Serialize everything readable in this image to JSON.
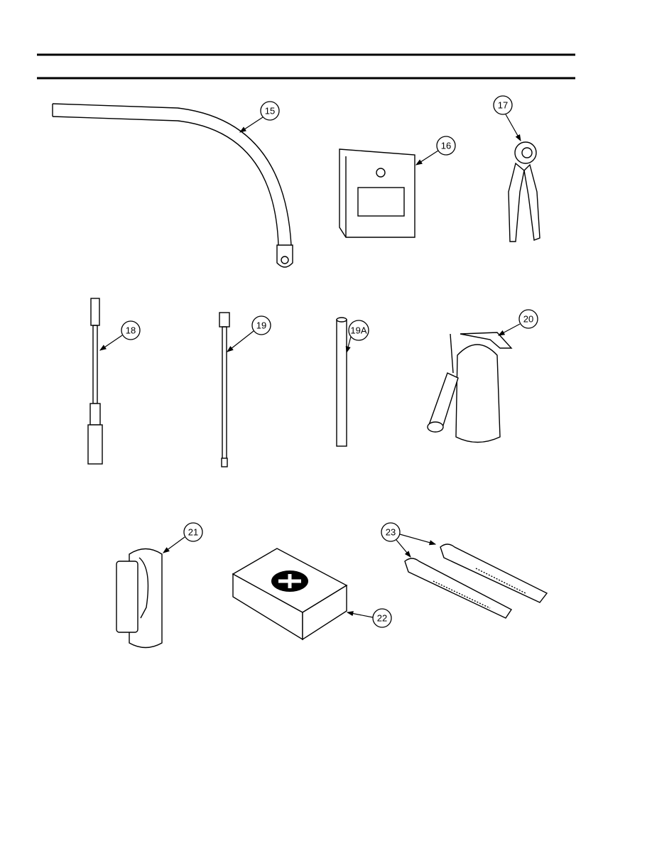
{
  "figure": {
    "callouts": {
      "c15": "15",
      "c16": "16",
      "c17": "17",
      "c18": "18",
      "c19": "19",
      "c19a": "19A",
      "c20": "20",
      "c21": "21",
      "c22": "22",
      "c23": "23"
    }
  }
}
